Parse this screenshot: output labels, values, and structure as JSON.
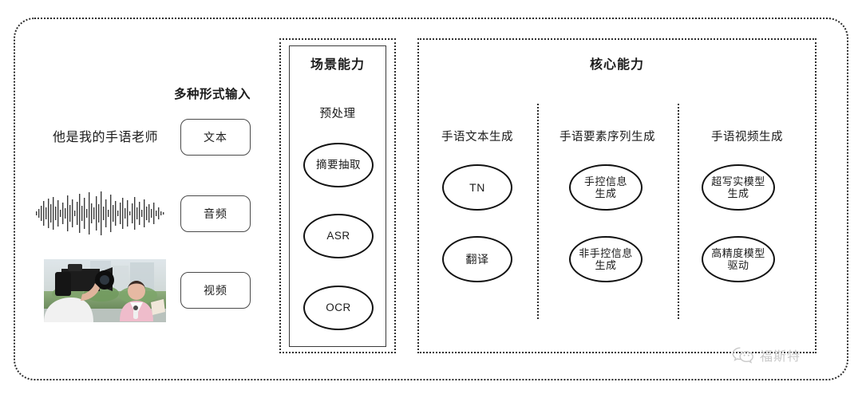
{
  "frame": {
    "border_color": "#2b2b2b"
  },
  "input_section": {
    "heading": "多种形式输入",
    "sample_text": "他是我的手语老师",
    "buttons": [
      {
        "label": "文本",
        "name": "text"
      },
      {
        "label": "音频",
        "name": "audio"
      },
      {
        "label": "视频",
        "name": "video"
      }
    ],
    "waveform_icon": "audio-waveform-icon",
    "video_thumbnail_icon": "video-thumbnail-image"
  },
  "scene_panel": {
    "title": "场景能力",
    "sublabel": "预处理",
    "nodes": [
      {
        "label": "摘要抽取"
      },
      {
        "label": "ASR"
      },
      {
        "label": "OCR"
      }
    ]
  },
  "core_panel": {
    "title": "核心能力",
    "columns": [
      {
        "label": "手语文本生成",
        "nodes": [
          {
            "label": "TN"
          },
          {
            "label": "翻译"
          }
        ]
      },
      {
        "label": "手语要素序列生成",
        "nodes": [
          {
            "label": "手控信息\n生成"
          },
          {
            "label": "非手控信息\n生成"
          }
        ]
      },
      {
        "label": "手语视频生成",
        "nodes": [
          {
            "label": "超写实模型\n生成"
          },
          {
            "label": "高精度模型\n驱动"
          }
        ]
      }
    ]
  },
  "watermark": {
    "icon": "wechat-logo-icon",
    "text": "福斯特",
    "color": "#c9c9c9"
  }
}
